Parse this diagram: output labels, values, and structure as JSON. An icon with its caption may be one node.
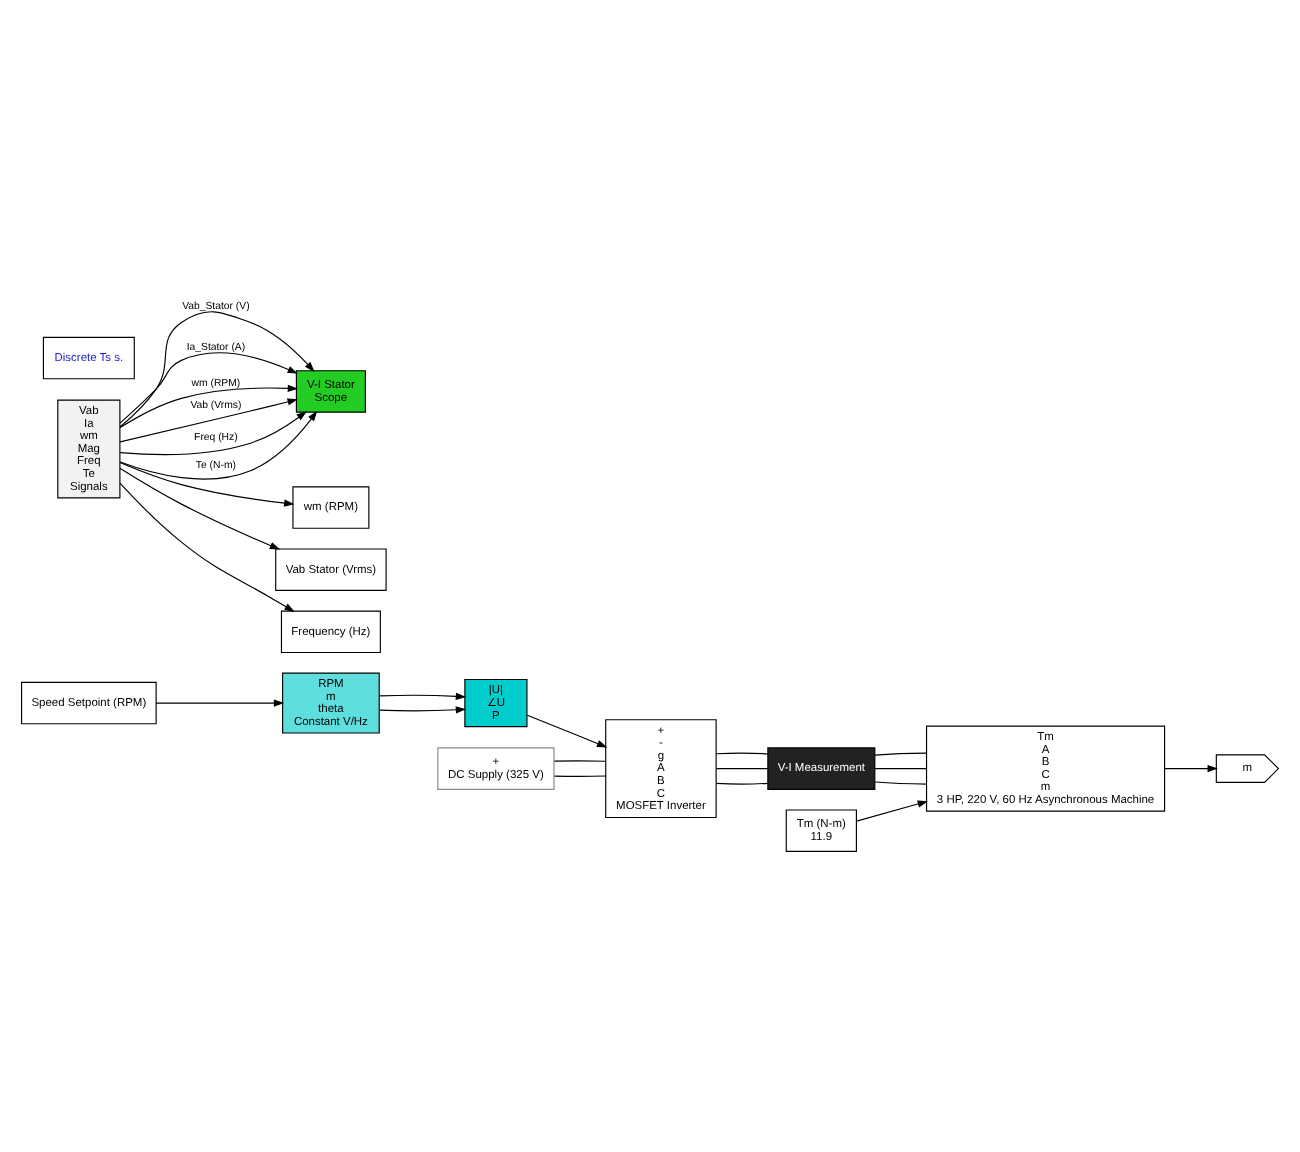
{
  "diagram": {
    "nodes": [
      {
        "text": [
          "Speed Setpoint (RPM)"
        ]
      },
      {
        "text": [
          "RPM",
          "m",
          "theta",
          "Constant V/Hz"
        ]
      },
      {
        "text": [
          "|U|",
          "∠U",
          "P"
        ]
      },
      {
        "text": [
          "+",
          "DC Supply (325 V)"
        ]
      },
      {
        "text": [
          "+",
          "-",
          "g",
          "A",
          "B",
          "C",
          "MOSFET Inverter"
        ]
      },
      {
        "text": [
          "V-I Measurement"
        ]
      },
      {
        "text": [
          "Tm (N-m)",
          "11.9"
        ]
      },
      {
        "text": [
          "Tm",
          "A",
          "B",
          "C",
          "m",
          "3 HP, 220 V, 60 Hz Asynchronous Machine"
        ]
      },
      {
        "text": [
          "m"
        ]
      },
      {
        "text": [
          "Vab",
          "Ia",
          "wm",
          "Mag",
          "Freq",
          "Te",
          "Signals"
        ]
      },
      {
        "text": [
          "V-I Stator",
          "Scope"
        ]
      },
      {
        "text": [
          "wm (RPM)"
        ]
      },
      {
        "text": [
          "Vab Stator (Vrms)"
        ]
      },
      {
        "text": [
          "Frequency (Hz)"
        ]
      },
      {
        "text": [
          "Discrete Ts s."
        ]
      }
    ],
    "edges": [
      {
        "from": 0,
        "to": 1,
        "arrow": "to"
      },
      {
        "from": 1,
        "to": 2,
        "arrow": "to"
      },
      {
        "from": 1,
        "to": 2,
        "arrow": "to"
      },
      {
        "from": 2,
        "to": 4,
        "arrow": "to"
      },
      {
        "from": 3,
        "to": 4,
        "arrow": "none"
      },
      {
        "from": 3,
        "to": 4,
        "arrow": "none"
      },
      {
        "from": 4,
        "to": 5,
        "arrow": "none"
      },
      {
        "from": 4,
        "to": 5,
        "arrow": "none"
      },
      {
        "from": 4,
        "to": 5,
        "arrow": "none"
      },
      {
        "from": 5,
        "to": 7,
        "arrow": "none"
      },
      {
        "from": 5,
        "to": 7,
        "arrow": "none"
      },
      {
        "from": 5,
        "to": 7,
        "arrow": "none"
      },
      {
        "from": 6,
        "to": 7,
        "arrow": "to"
      },
      {
        "from": 7,
        "to": 8,
        "arrow": "to"
      },
      {
        "from": 9,
        "to": 10,
        "label": "Vab_Stator (V)",
        "arrow": "to"
      },
      {
        "from": 9,
        "to": 10,
        "label": "Ia_Stator (A)",
        "arrow": "to"
      },
      {
        "from": 9,
        "to": 10,
        "label": "wm (RPM)",
        "arrow": "to"
      },
      {
        "from": 9,
        "to": 10,
        "label": "Vab (Vrms)",
        "arrow": "to"
      },
      {
        "from": 9,
        "to": 10,
        "label": "Freq (Hz)",
        "arrow": "to"
      },
      {
        "from": 9,
        "to": 10,
        "label": "Te (N-m)",
        "arrow": "to"
      },
      {
        "from": 9,
        "to": 11,
        "arrow": "to"
      },
      {
        "from": 9,
        "to": 12,
        "arrow": "to"
      },
      {
        "from": 9,
        "to": 13,
        "arrow": "to"
      }
    ]
  }
}
